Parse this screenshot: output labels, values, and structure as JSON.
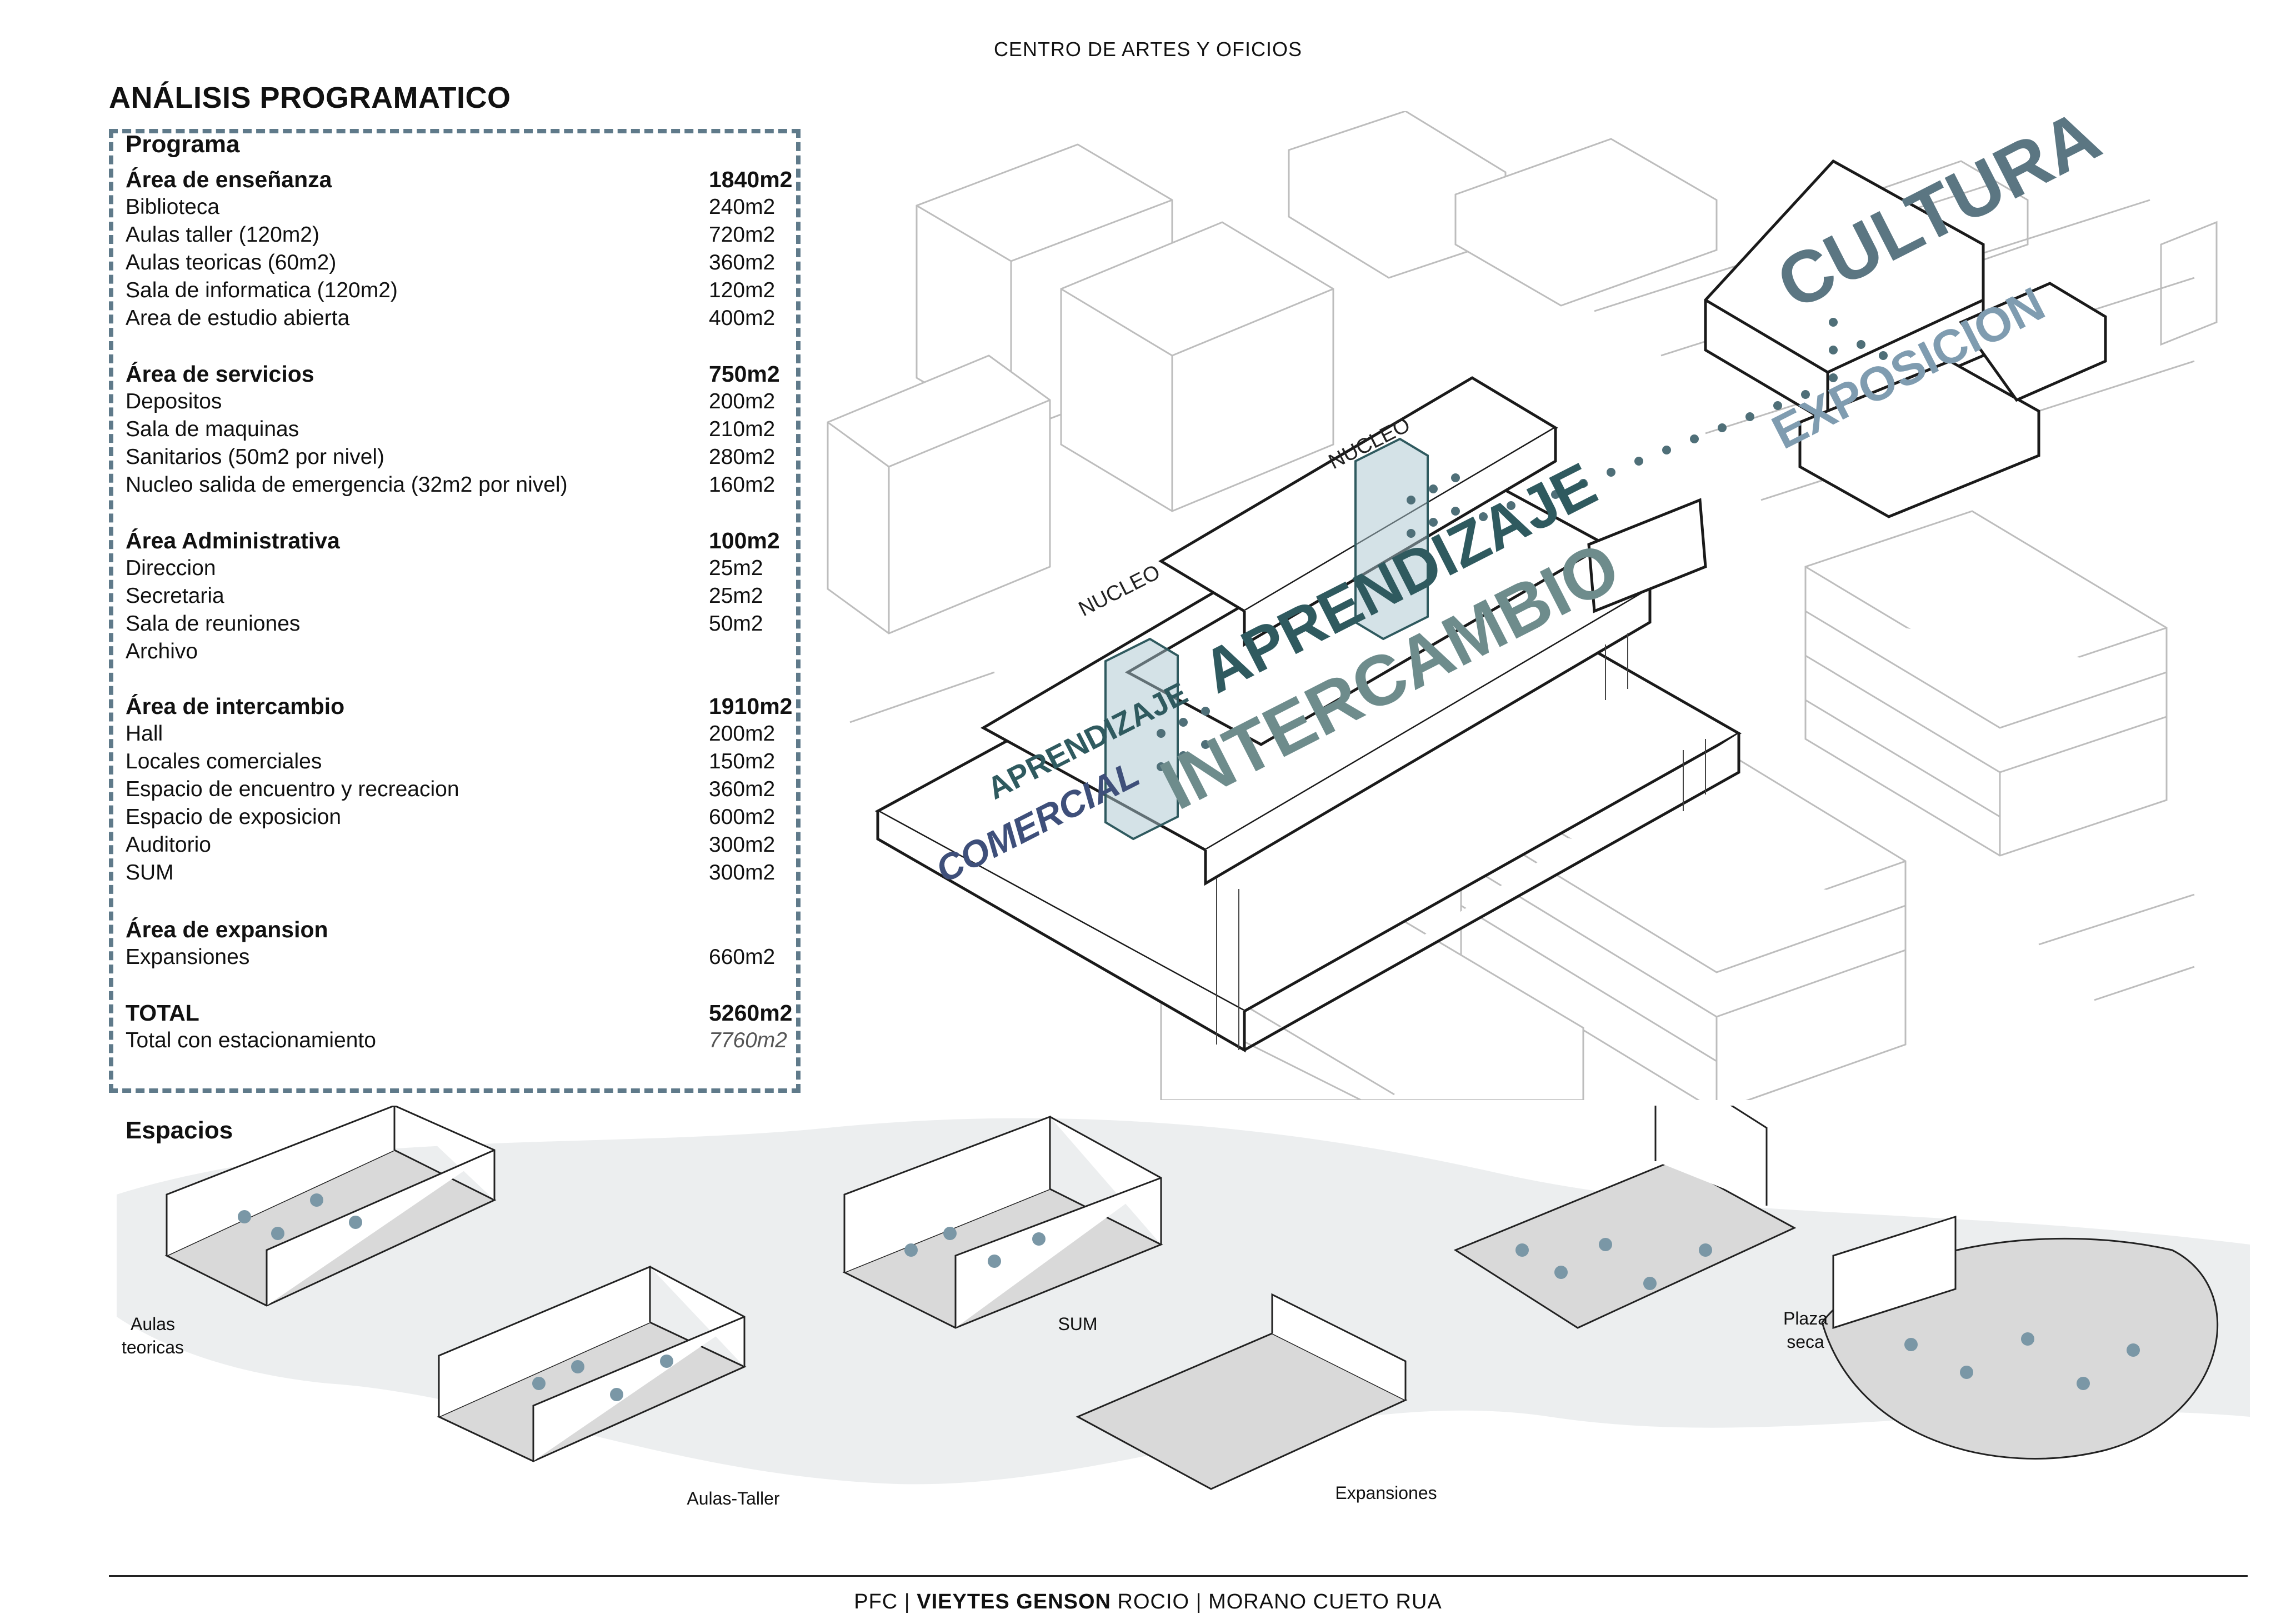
{
  "header": {
    "project_title": "CENTRO DE ARTES Y OFICIOS"
  },
  "section_title": "ANÁLISIS PROGRAMATICO",
  "program": {
    "heading": "Programa",
    "groups": [
      {
        "name": "Área de enseñanza",
        "total": "1840m2",
        "items": [
          {
            "label": "Biblioteca",
            "area": "240m2"
          },
          {
            "label": "Aulas taller (120m2)",
            "area": "720m2"
          },
          {
            "label": "Aulas teoricas (60m2)",
            "area": "360m2"
          },
          {
            "label": "Sala de informatica (120m2)",
            "area": "120m2"
          },
          {
            "label": "Area de estudio abierta",
            "area": "400m2"
          }
        ]
      },
      {
        "name": "Área de servicios",
        "total": "750m2",
        "items": [
          {
            "label": "Depositos",
            "area": "200m2"
          },
          {
            "label": "Sala de maquinas",
            "area": "210m2"
          },
          {
            "label": "Sanitarios (50m2 por nivel)",
            "area": "280m2"
          },
          {
            "label": "Nucleo salida de emergencia (32m2 por nivel)",
            "area": "160m2"
          }
        ]
      },
      {
        "name": "Área Administrativa",
        "total": "100m2",
        "items": [
          {
            "label": "Direccion",
            "area": "25m2"
          },
          {
            "label": "Secretaria",
            "area": "25m2"
          },
          {
            "label": "Sala de reuniones",
            "area": "50m2"
          },
          {
            "label": "Archivo",
            "area": ""
          }
        ]
      },
      {
        "name": "Área de intercambio",
        "total": "1910m2",
        "items": [
          {
            "label": "Hall",
            "area": "200m2"
          },
          {
            "label": "Locales comerciales",
            "area": "150m2"
          },
          {
            "label": "Espacio de encuentro y recreacion",
            "area": "360m2"
          },
          {
            "label": "Espacio de exposicion",
            "area": "600m2"
          },
          {
            "label": "Auditorio",
            "area": "300m2"
          },
          {
            "label": "SUM",
            "area": "300m2"
          }
        ]
      },
      {
        "name": "Área de expansion",
        "total": "",
        "items": [
          {
            "label": "Expansiones",
            "area": "660m2"
          }
        ]
      }
    ],
    "total": {
      "label": "TOTAL",
      "area": "5260m2"
    },
    "total_parking": {
      "label": "Total con estacionamiento",
      "area": "7760m2"
    }
  },
  "axonometric": {
    "labels": {
      "cultura": "CULTURA",
      "exposicion": "EXPOSICION",
      "aprendizaje_main": "APRENDIZAJE",
      "aprendizaje_small": "APRENDIZAJE",
      "intercambio": "INTERCAMBIO",
      "comercial": "COMERCIAL",
      "nucleo_1": "NUCLEO",
      "nucleo_2": "NUCLEO"
    },
    "colors": {
      "cultura": "#5b7682",
      "exposicion": "#7f9cb0",
      "aprendizaje": "#2f5a5f",
      "intercambio": "#6e8c8c",
      "comercial": "#3e4f7a",
      "nucleo_fill": "#a9c6cf",
      "dots": "#4f6f78"
    }
  },
  "espacios": {
    "title": "Espacios",
    "labels": {
      "aulas_teoricas": "Aulas\nteoricas",
      "aulas_taller": "Aulas-Taller",
      "sum": "SUM",
      "expansiones": "Expansiones",
      "plaza_seca": "Plaza\nseca"
    }
  },
  "footer": {
    "prefix": "PFC | ",
    "author_bold": "VIEYTES GENSON",
    "author_rest": " ROCIO | MORANO CUETO RUA"
  }
}
